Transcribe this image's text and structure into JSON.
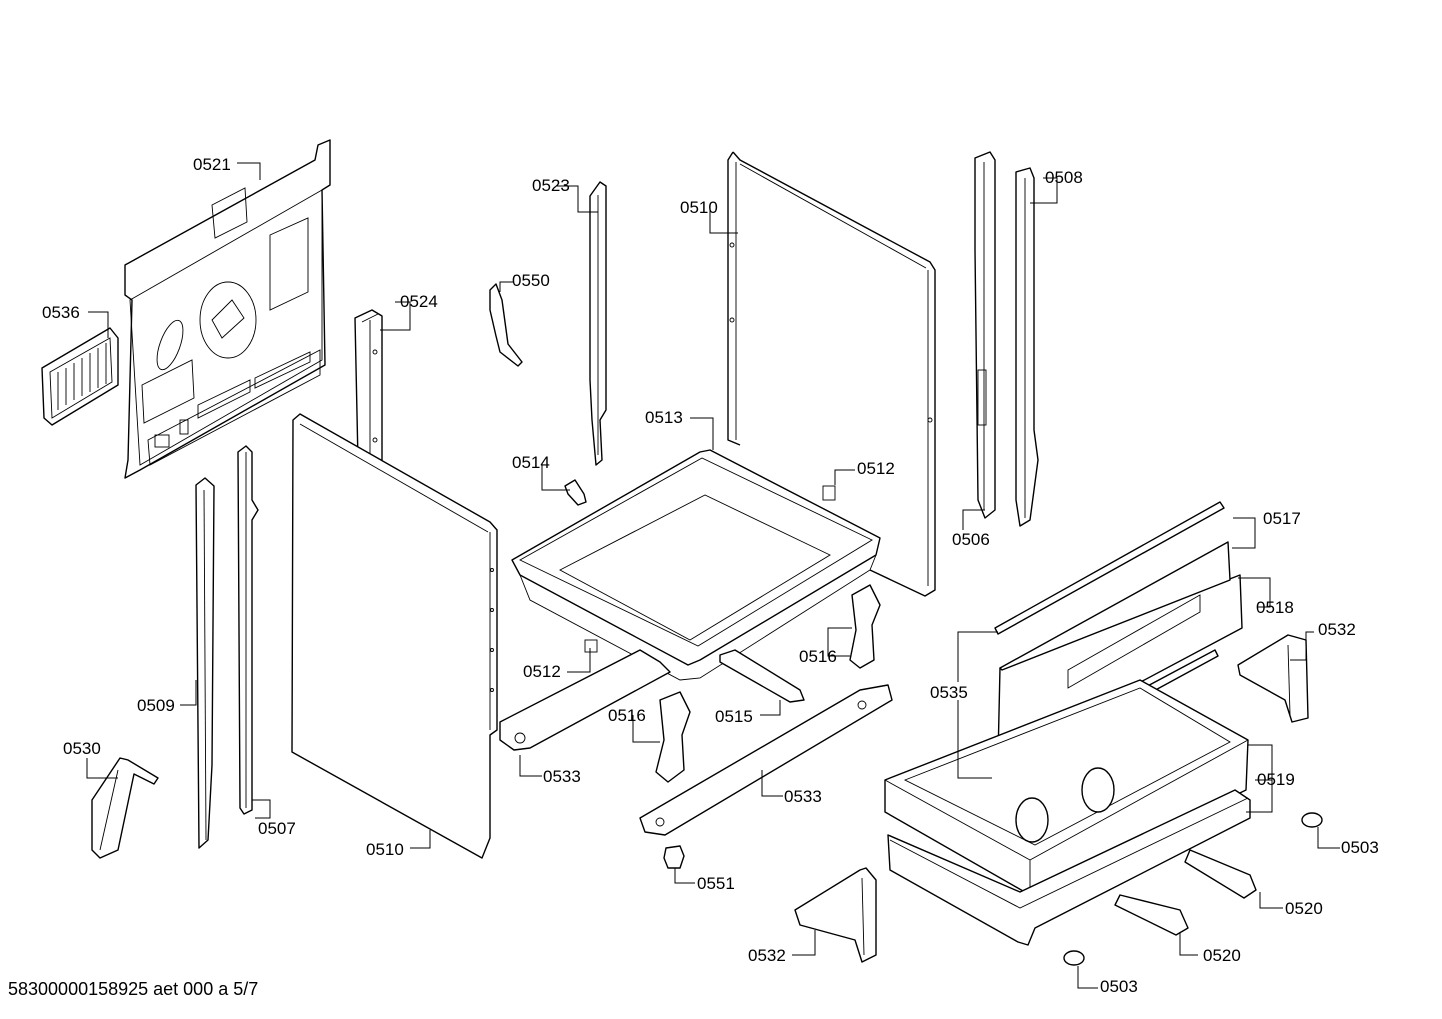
{
  "labels": {
    "l0521": "0521",
    "l0536": "0536",
    "l0523": "0523",
    "l0510a": "0510",
    "l0550": "0550",
    "l0524": "0524",
    "l0506": "0506",
    "l0508": "0508",
    "l0513": "0513",
    "l0514": "0514",
    "l0512a": "0512",
    "l0512b": "0512",
    "l0517": "0517",
    "l0518": "0518",
    "l0532a": "0532",
    "l0516a": "0516",
    "l0516b": "0516",
    "l0535": "0535",
    "l0515": "0515",
    "l0509": "0509",
    "l0530": "0530",
    "l0533a": "0533",
    "l0533b": "0533",
    "l0519": "0519",
    "l0507": "0507",
    "l0510b": "0510",
    "l0503a": "0503",
    "l0551": "0551",
    "l0520a": "0520",
    "l0520b": "0520",
    "l0532b": "0532",
    "l0503b": "0503"
  },
  "footer": {
    "text": "58300000158925 aet 000 a 5/7"
  }
}
